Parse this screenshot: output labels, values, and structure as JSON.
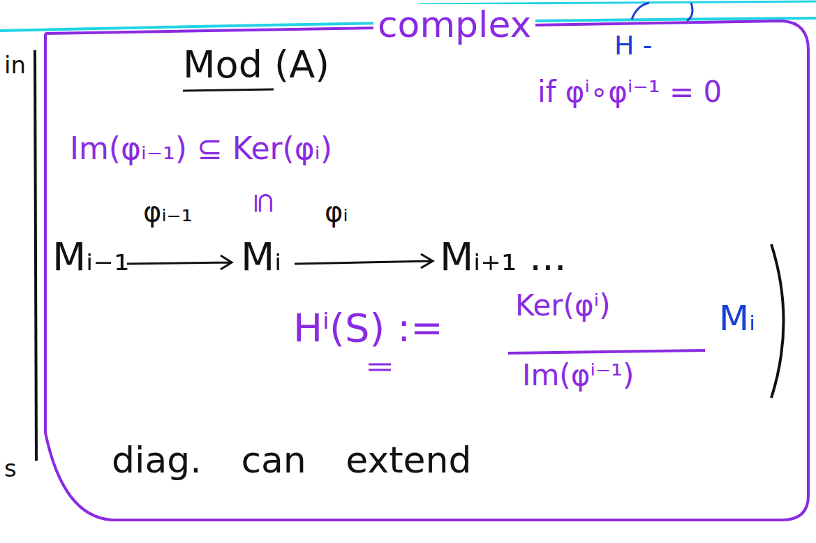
{
  "diagram": {
    "nodes": [
      {
        "text": [
          "complex",
          "if φⁱ∘φⁱ⁻¹ = 0",
          "H -",
          "Mod (A)",
          "Im(φᵢ₋₁) ⊆ Ker(φᵢ)",
          "⊆",
          "φᵢ₋₁",
          "φᵢ",
          "Mᵢ₋₁",
          "Mᵢ",
          "Mᵢ₊₁ ...",
          "Hⁱ(S) :=",
          "Ker(φⁱ)",
          "Im(φⁱ⁻¹)",
          "Mᵢ",
          "diag. can extend"
        ]
      }
    ],
    "labels": [
      "in",
      "s"
    ]
  }
}
